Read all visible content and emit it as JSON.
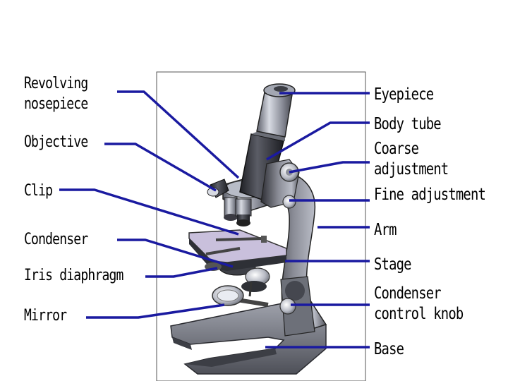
{
  "colors": {
    "leader_line": "#1a1aa0",
    "metal_dark": "#3a3a42",
    "metal_mid": "#7d7f8a",
    "metal_light": "#c4c7d0",
    "stage_color": "#c9c0dc"
  },
  "labels": {
    "left": [
      {
        "id": "revolving-nosepiece",
        "lines": [
          "Revolving",
          "nosepiece"
        ]
      },
      {
        "id": "objective",
        "lines": [
          "Objective"
        ]
      },
      {
        "id": "clip",
        "lines": [
          "Clip"
        ]
      },
      {
        "id": "condenser",
        "lines": [
          "Condenser"
        ]
      },
      {
        "id": "iris-diaphragm",
        "lines": [
          "Iris diaphragm"
        ]
      },
      {
        "id": "mirror",
        "lines": [
          "Mirror"
        ]
      }
    ],
    "right": [
      {
        "id": "eyepiece",
        "lines": [
          "Eyepiece"
        ]
      },
      {
        "id": "body-tube",
        "lines": [
          "Body tube"
        ]
      },
      {
        "id": "coarse-adjustment",
        "lines": [
          "Coarse",
          "adjustment"
        ]
      },
      {
        "id": "fine-adjustment",
        "lines": [
          "Fine adjustment"
        ]
      },
      {
        "id": "arm",
        "lines": [
          "Arm"
        ]
      },
      {
        "id": "stage",
        "lines": [
          "Stage"
        ]
      },
      {
        "id": "condenser-control-knob",
        "lines": [
          "Condenser",
          "control knob"
        ]
      },
      {
        "id": "base",
        "lines": [
          "Base"
        ]
      }
    ]
  }
}
